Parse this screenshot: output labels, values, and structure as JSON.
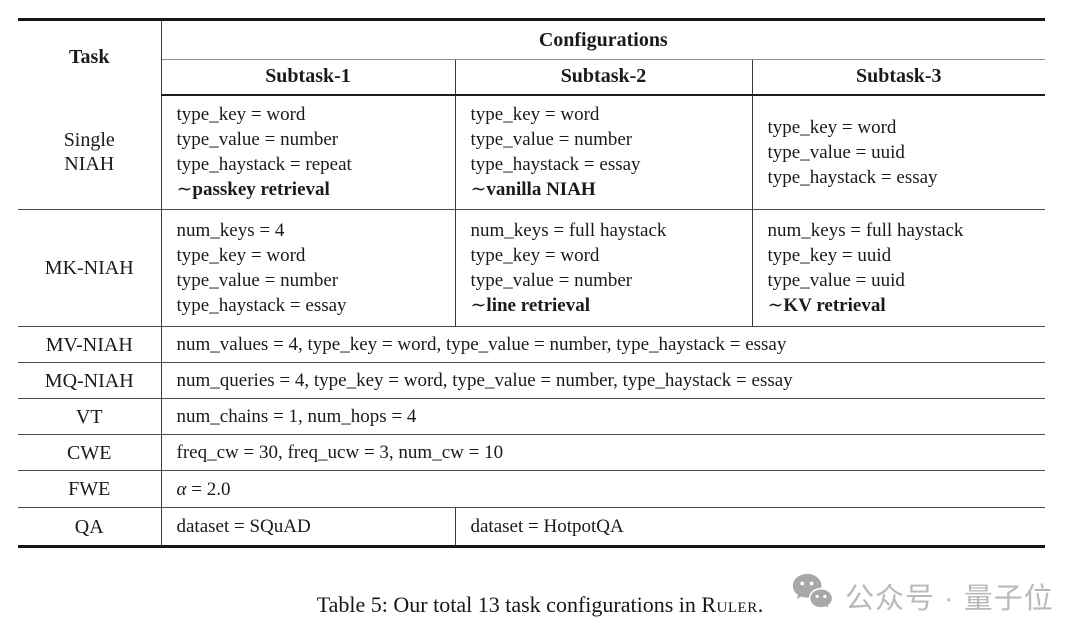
{
  "table": {
    "header": {
      "task_label": "Task",
      "configurations_label": "Configurations",
      "subtasks": [
        "Subtask-1",
        "Subtask-2",
        "Subtask-3"
      ]
    },
    "rows": [
      {
        "task_lines": [
          "Single",
          "NIAH"
        ],
        "cells": [
          {
            "span": 1,
            "lines": [
              [
                {
                  "t": "type_key = word"
                }
              ],
              [
                {
                  "t": "type_value = number"
                }
              ],
              [
                {
                  "t": "type_haystack = repeat"
                }
              ],
              [
                {
                  "t": "∼"
                },
                {
                  "t": "passkey retrieval",
                  "b": true
                }
              ]
            ]
          },
          {
            "span": 1,
            "lines": [
              [
                {
                  "t": "type_key = word"
                }
              ],
              [
                {
                  "t": "type_value = number"
                }
              ],
              [
                {
                  "t": "type_haystack = essay"
                }
              ],
              [
                {
                  "t": "∼"
                },
                {
                  "t": "vanilla NIAH",
                  "b": true
                }
              ]
            ]
          },
          {
            "span": 1,
            "lines": [
              [
                {
                  "t": "type_key = word"
                }
              ],
              [
                {
                  "t": "type_value = uuid"
                }
              ],
              [
                {
                  "t": "type_haystack = essay"
                }
              ]
            ]
          }
        ]
      },
      {
        "task_lines": [
          "MK-NIAH"
        ],
        "cells": [
          {
            "span": 1,
            "lines": [
              [
                {
                  "t": "num_keys = 4"
                }
              ],
              [
                {
                  "t": "type_key = word"
                }
              ],
              [
                {
                  "t": "type_value = number"
                }
              ],
              [
                {
                  "t": "type_haystack = essay"
                }
              ]
            ]
          },
          {
            "span": 1,
            "lines": [
              [
                {
                  "t": "num_keys = full haystack"
                }
              ],
              [
                {
                  "t": "type_key = word"
                }
              ],
              [
                {
                  "t": "type_value = number"
                }
              ],
              [
                {
                  "t": "∼"
                },
                {
                  "t": "line retrieval",
                  "b": true
                }
              ]
            ]
          },
          {
            "span": 1,
            "lines": [
              [
                {
                  "t": "num_keys = full haystack"
                }
              ],
              [
                {
                  "t": "type_key = uuid"
                }
              ],
              [
                {
                  "t": "type_value = uuid"
                }
              ],
              [
                {
                  "t": "∼"
                },
                {
                  "t": "KV retrieval",
                  "b": true
                }
              ]
            ]
          }
        ]
      },
      {
        "task_lines": [
          "MV-NIAH"
        ],
        "cells": [
          {
            "span": 3,
            "lines": [
              [
                {
                  "t": "num_values = 4, type_key = word, type_value = number, type_haystack = essay"
                }
              ]
            ]
          }
        ]
      },
      {
        "task_lines": [
          "MQ-NIAH"
        ],
        "cells": [
          {
            "span": 3,
            "lines": [
              [
                {
                  "t": "num_queries = 4, type_key = word, type_value = number, type_haystack = essay"
                }
              ]
            ]
          }
        ]
      },
      {
        "task_lines": [
          "VT"
        ],
        "cells": [
          {
            "span": 3,
            "lines": [
              [
                {
                  "t": "num_chains = 1, num_hops = 4"
                }
              ]
            ]
          }
        ]
      },
      {
        "task_lines": [
          "CWE"
        ],
        "cells": [
          {
            "span": 3,
            "lines": [
              [
                {
                  "t": "freq_cw = 30, freq_ucw = 3, num_cw = 10"
                }
              ]
            ]
          }
        ]
      },
      {
        "task_lines": [
          "FWE"
        ],
        "cells": [
          {
            "span": 3,
            "lines": [
              [
                {
                  "t": "α",
                  "i": true
                },
                {
                  "t": " = 2.0"
                }
              ]
            ]
          }
        ]
      },
      {
        "task_lines": [
          "QA"
        ],
        "cells": [
          {
            "span": 1,
            "lines": [
              [
                {
                  "t": "dataset = SQuAD"
                }
              ]
            ]
          },
          {
            "span": 2,
            "lines": [
              [
                {
                  "t": "dataset = HotpotQA"
                }
              ]
            ]
          }
        ]
      }
    ]
  },
  "caption": {
    "prefix": "Table 5: Our total 13 task configurations in ",
    "ruler": "Ruler",
    "suffix": "."
  },
  "watermark": {
    "icon": "wechat-icon",
    "text": "公众号 · 量子位"
  },
  "colors": {
    "text": "#1a1a1a",
    "rule_thick": "#161616",
    "rule_thin": "#4a4a4a",
    "watermark": "#b9b9b9",
    "background": "#ffffff"
  }
}
